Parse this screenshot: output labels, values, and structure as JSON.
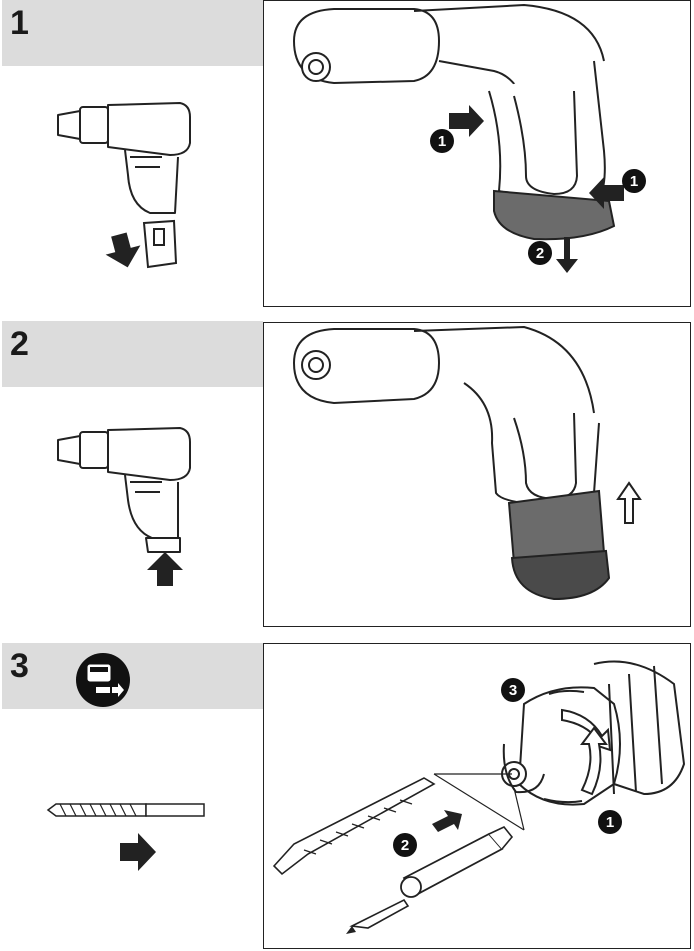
{
  "steps": [
    {
      "number": "1"
    },
    {
      "number": "2"
    },
    {
      "number": "3"
    }
  ],
  "callouts": {
    "release_button_left": "1",
    "release_button_right": "1",
    "pull_down": "2",
    "rotate_chuck": "3",
    "insert_bit": "2",
    "tighten": "1"
  },
  "colors": {
    "band": "#dcdcdc",
    "line": "#222222",
    "battery_grey": "#6b6b6b",
    "battery_dark": "#4a4a4a"
  },
  "icons": [
    "arrow-down-icon",
    "arrow-up-icon",
    "arrow-right-icon",
    "battery-remove-icon"
  ]
}
